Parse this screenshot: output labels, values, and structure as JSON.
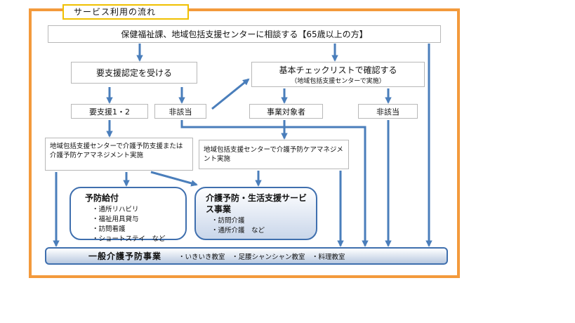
{
  "title": "サービス利用の流れ",
  "boxes": {
    "consult": "保健福祉課、地域包括支援センターに相談する【65歳以上の方】",
    "certification": "要支援認定を受ける",
    "checklist_main": "基本チェックリストで確認する",
    "checklist_sub": "（地域包括支援センターで実施）",
    "support_levels": "要支援1・2",
    "not_applicable_1": "非該当",
    "target_person": "事業対象者",
    "not_applicable_2": "非該当",
    "care_mgmt_1": "地域包括支援センターで介護予防支援または介護予防ケアマネジメント実施",
    "care_mgmt_2": "地域包括支援センターで介護予防ケアマネジメント実施"
  },
  "prevention_benefits": {
    "heading": "予防給付",
    "items": [
      "・通所リハビリ",
      "・福祉用具貸与",
      "・訪問看護",
      "・ショートステイ　など"
    ]
  },
  "life_support": {
    "heading": "介護予防・生活支援サービス事業",
    "items": [
      "・訪問介護",
      "・通所介護　など"
    ]
  },
  "general": {
    "main": "一般介護予防事業",
    "items": "・いきいき教室　・足腰シャンシャン教室　・料理教室"
  },
  "colors": {
    "frame": "#f39a3c",
    "title_border": "#f0c000",
    "arrow": "#4a7ebb",
    "rounded_border": "#3f6fae"
  }
}
